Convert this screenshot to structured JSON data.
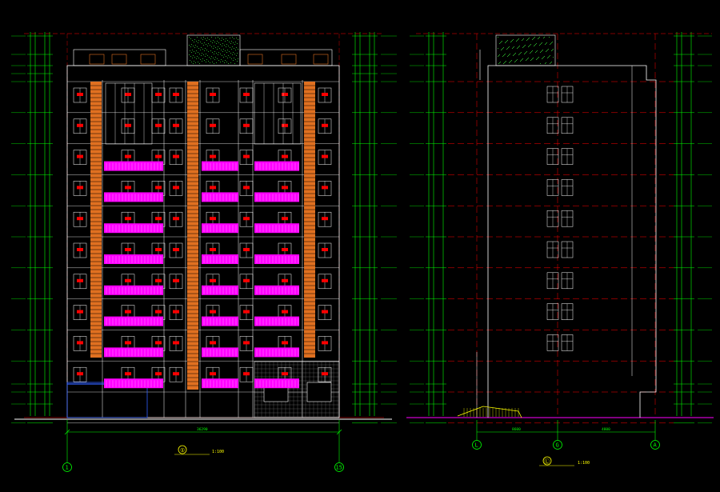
{
  "colors": {
    "background": "#000000",
    "outline": "#ffffff",
    "dimension": "#00ff00",
    "axis": "#ff0000",
    "balcony": "#ff00ff",
    "orange": "#e07020",
    "yellow": "#ffff00",
    "cyan": "#00ffff",
    "blue": "#3060ff"
  },
  "front_elevation": {
    "title_number": "①",
    "title_scale": "1:100",
    "grid_left": "1",
    "grid_right": "15",
    "overall_width": "36290"
  },
  "side_elevation": {
    "title_number": "Ⓛ",
    "title_scale": "1:100",
    "grid_labels": [
      "L",
      "G",
      "A"
    ],
    "dim_left": "8600",
    "dim_right": "4800"
  }
}
